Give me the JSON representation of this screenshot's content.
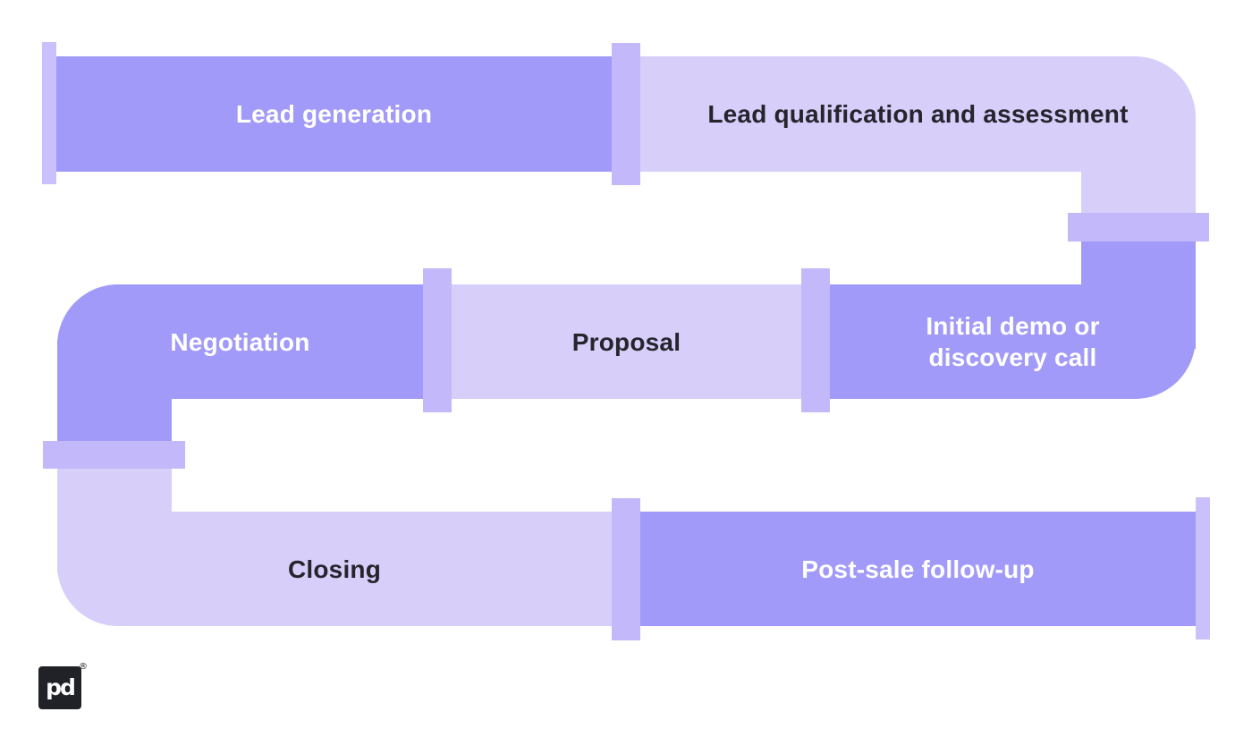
{
  "colors": {
    "pipe-solid": "#a29af8",
    "pipe-light": "#d7cffa",
    "connector": "#c3b9fa",
    "cap": "#c9c0fc",
    "ink": "#26242c",
    "text-on-solid": "#ffffff",
    "logo-bg": "#212227",
    "logo-fg": "#ffffff"
  },
  "pipeline": {
    "stages": [
      {
        "label": "Lead generation",
        "variant": "solid"
      },
      {
        "label": "Lead qualification and assessment",
        "variant": "light"
      },
      {
        "label": "Initial demo or\ndiscovery call",
        "variant": "solid"
      },
      {
        "label": "Proposal",
        "variant": "light"
      },
      {
        "label": "Negotiation",
        "variant": "solid"
      },
      {
        "label": "Closing",
        "variant": "light"
      },
      {
        "label": "Post-sale follow-up",
        "variant": "solid"
      }
    ]
  },
  "logo": {
    "monogram": "pd",
    "registered_mark": "®"
  }
}
